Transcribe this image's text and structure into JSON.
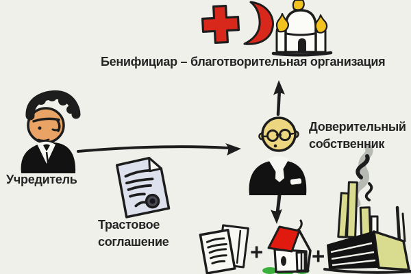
{
  "scene": {
    "background": "#eff0ea"
  },
  "labels": {
    "beneficiary": "Бенифициар – благотворительная организация",
    "founder": "Учредитель",
    "trust_agreement": [
      "Трастовое",
      "соглашение"
    ],
    "trustee": [
      "Доверительный",
      "собственник"
    ],
    "plus": "+"
  },
  "icons": {
    "red_cross_crescent": "red-cross-and-red-crescent",
    "church": "orthodox-church-with-gold-domes",
    "founder": "man-in-black-suit",
    "trust_document": "signed-document-with-seal",
    "trustee": "bald-man-with-glasses-in-suit",
    "asset_documents": "stack-of-papers",
    "asset_house": "house-with-red-roof",
    "asset_factory": "factory-with-smoke",
    "arrow_founder_trustee": "right-arrow",
    "arrow_trustee_beneficiary": "up-arrow",
    "arrow_trustee_assets": "down-arrow"
  },
  "colors": {
    "ink": "#1d1d1d",
    "text": "#242424",
    "red": "#d8281c",
    "roof_red": "#e01a0e",
    "gold": "#f2c21e",
    "skin_founder": "#e8a365",
    "skin_trustee": "#ecd680",
    "paper_blue": "#dde1ee",
    "paper_white": "#f7f7f3",
    "factory_olive": "#d9dc8e",
    "smoke_gray": "#b7bab3",
    "grass_green": "#3cb03c"
  }
}
